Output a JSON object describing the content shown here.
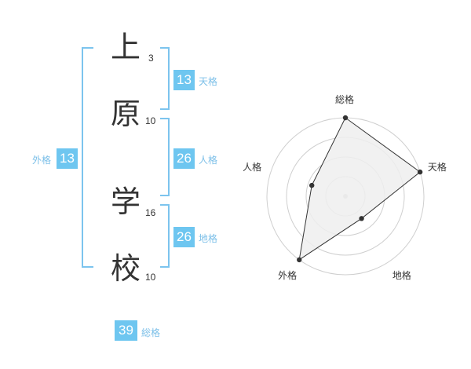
{
  "characters": [
    {
      "char": "上",
      "strokes": "3"
    },
    {
      "char": "原",
      "strokes": "10"
    },
    {
      "char": "学",
      "strokes": "16"
    },
    {
      "char": "校",
      "strokes": "10"
    }
  ],
  "fortunes": {
    "tenkaku": {
      "value": "13",
      "label": "天格"
    },
    "jinkaku": {
      "value": "26",
      "label": "人格"
    },
    "chikaku": {
      "value": "26",
      "label": "地格"
    },
    "gaikaku": {
      "value": "13",
      "label": "外格"
    },
    "soukaku": {
      "value": "39",
      "label": "総格"
    }
  },
  "colors": {
    "accent": "#6ec6f0",
    "bracket": "#7cc4ee",
    "text": "#333333"
  },
  "chart_data": {
    "type": "radar",
    "axes": [
      "総格",
      "天格",
      "地格",
      "外格",
      "人格"
    ],
    "values": [
      1.0,
      1.0,
      0.35,
      1.0,
      0.45
    ],
    "range": [
      0,
      1
    ],
    "rings": 4
  }
}
